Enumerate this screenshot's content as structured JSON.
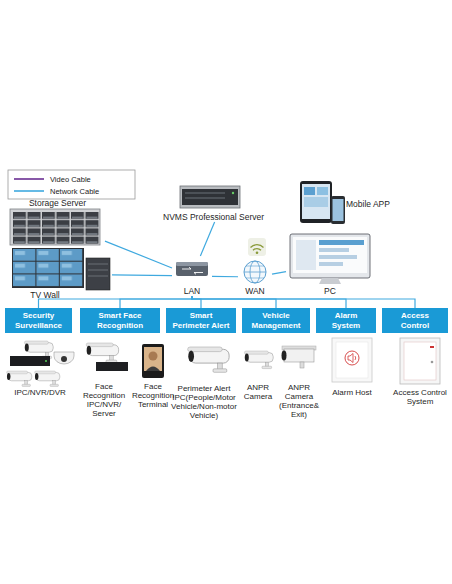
{
  "diagram": {
    "nodes": [
      {
        "text": [
          "Storage Server"
        ]
      },
      {
        "text": [
          "NVMS Professional Server"
        ]
      },
      {
        "text": [
          "Mobile APP"
        ]
      },
      {
        "text": [
          "TV Wall"
        ]
      },
      {
        "text": [
          "LAN"
        ]
      },
      {
        "text": [
          "WAN"
        ]
      },
      {
        "text": [
          "PC"
        ]
      },
      {
        "text": [
          "Security Surveillance"
        ]
      },
      {
        "text": [
          "Smart Face Recognition"
        ]
      },
      {
        "text": [
          "Smart Perimeter Alert"
        ]
      },
      {
        "text": [
          "Vehicle Management"
        ]
      },
      {
        "text": [
          "Alarm System"
        ]
      },
      {
        "text": [
          "Access Control"
        ]
      },
      {
        "text": [
          "IPC/NVR/DVR"
        ]
      },
      {
        "text": [
          "Face Recognition IPC/NVR/ Server"
        ]
      },
      {
        "text": [
          "Face Recognition Terminal"
        ]
      },
      {
        "text": [
          "Perimeter Alert IPC(People/Motor Vehicle/Non-motor Vehicle)"
        ]
      },
      {
        "text": [
          "ANPR Camera"
        ]
      },
      {
        "text": [
          "ANPR Camera (Entrance& Exit)"
        ]
      },
      {
        "text": [
          "Alarm Host"
        ]
      },
      {
        "text": [
          "Access Control System"
        ]
      }
    ],
    "edges": [
      {
        "from": 0,
        "to": 4,
        "arrow": "none"
      },
      {
        "from": 1,
        "to": 4,
        "arrow": "none"
      },
      {
        "from": 3,
        "to": 4,
        "arrow": "none"
      },
      {
        "from": 4,
        "to": 5,
        "arrow": "none"
      },
      {
        "from": 5,
        "to": 6,
        "arrow": "none"
      },
      {
        "from": 4,
        "to": 7,
        "arrow": "none"
      },
      {
        "from": 4,
        "to": 8,
        "arrow": "none"
      },
      {
        "from": 4,
        "to": 9,
        "arrow": "none"
      },
      {
        "from": 4,
        "to": 10,
        "arrow": "none"
      },
      {
        "from": 4,
        "to": 11,
        "arrow": "none"
      },
      {
        "from": 4,
        "to": 12,
        "arrow": "none"
      }
    ],
    "legend": [
      {
        "text": "Video Cable"
      },
      {
        "text": "Network Cable"
      }
    ]
  }
}
